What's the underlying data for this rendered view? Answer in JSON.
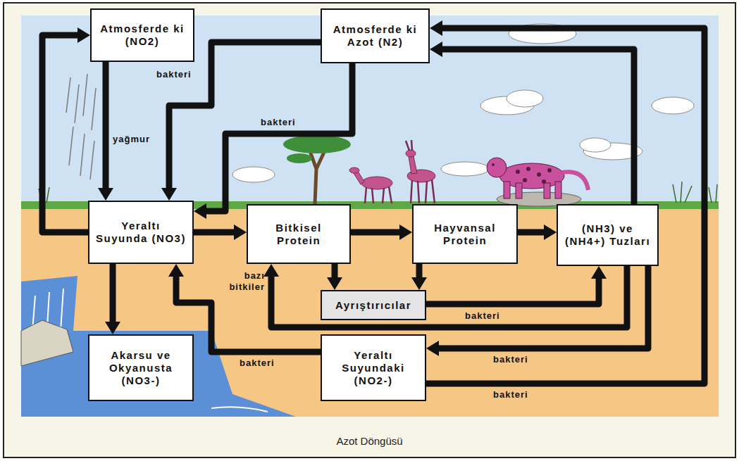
{
  "diagram": {
    "caption": "Azot Döngüsü",
    "nodes": [
      {
        "text": [
          "Atmosferde ki (NO2)"
        ]
      },
      {
        "text": [
          "Atmosferde ki Azot (N2)"
        ]
      },
      {
        "text": [
          "Yeraltı Suyunda (NO3)"
        ]
      },
      {
        "text": [
          "Bitkisel Protein"
        ]
      },
      {
        "text": [
          "Hayvansal Protein"
        ]
      },
      {
        "text": [
          "(NH3) ve (NH4+) Tuzları"
        ]
      },
      {
        "text": [
          "Ayrıştırıcılar"
        ]
      },
      {
        "text": [
          "Akarsu ve Okyanusta (NO3-)"
        ]
      },
      {
        "text": [
          "Yeraltı Suyundaki (NO2-)"
        ]
      }
    ],
    "edges": [
      {
        "from": 0,
        "to": 2,
        "arrow": "to",
        "label": "yağmur"
      },
      {
        "from": 2,
        "to": 0,
        "arrow": "to"
      },
      {
        "from": 1,
        "to": 2,
        "arrow": "to",
        "label": "bakteri"
      },
      {
        "from": 1,
        "to": 2,
        "arrow": "to",
        "label": "bakteri"
      },
      {
        "from": 5,
        "to": 1,
        "arrow": "to"
      },
      {
        "from": 8,
        "to": 1,
        "arrow": "to",
        "label": "bakteri"
      },
      {
        "from": 2,
        "to": 3,
        "arrow": "to"
      },
      {
        "from": 3,
        "to": 4,
        "arrow": "to"
      },
      {
        "from": 4,
        "to": 5,
        "arrow": "to"
      },
      {
        "from": 3,
        "to": 6,
        "arrow": "to"
      },
      {
        "from": 4,
        "to": 6,
        "arrow": "to"
      },
      {
        "from": 6,
        "to": 5,
        "arrow": "to",
        "label": "bakteri"
      },
      {
        "from": 5,
        "to": 3,
        "arrow": "to",
        "label": "bazı bitkiler"
      },
      {
        "from": 5,
        "to": 8,
        "arrow": "to",
        "label": "bakteri"
      },
      {
        "from": 8,
        "to": 2,
        "arrow": "to",
        "label": "bakteri"
      },
      {
        "from": 2,
        "to": 7,
        "arrow": "to"
      }
    ]
  }
}
